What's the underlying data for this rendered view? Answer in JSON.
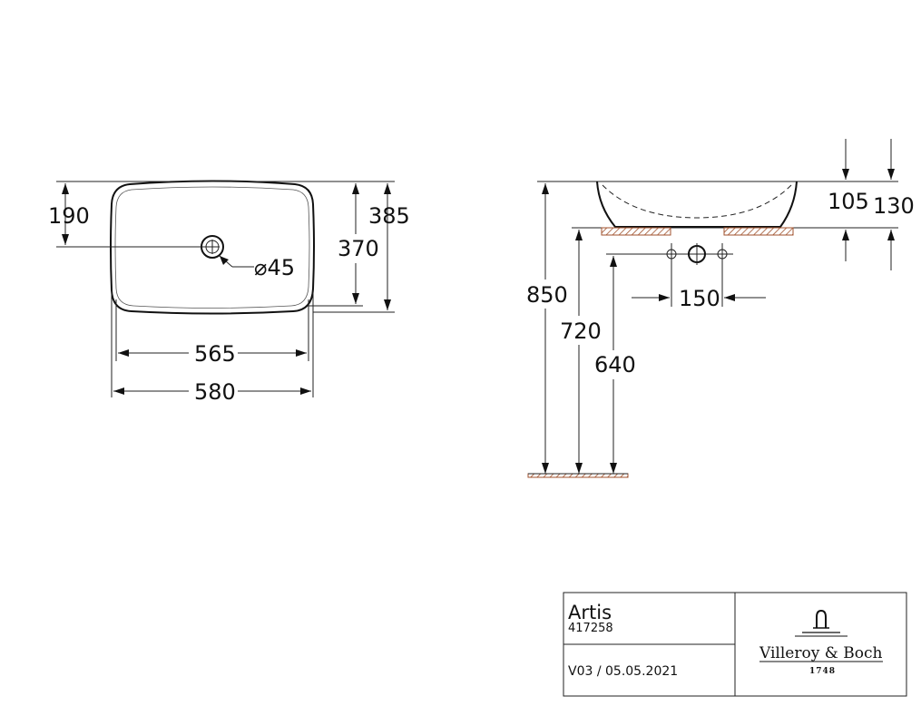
{
  "plan_view": {
    "dim_190": "190",
    "dim_385": "385",
    "dim_370": "370",
    "dim_diameter": "⌀45",
    "dim_565": "565",
    "dim_580": "580"
  },
  "side_view": {
    "dim_105": "105",
    "dim_130": "130",
    "dim_150": "150",
    "dim_850": "850",
    "dim_720": "720",
    "dim_640": "640"
  },
  "title_block": {
    "product_name": "Artis",
    "article_number": "417258",
    "revision": "V03 / 05.05.2021",
    "brand_name": "Villeroy & Boch",
    "brand_year": "1748"
  }
}
